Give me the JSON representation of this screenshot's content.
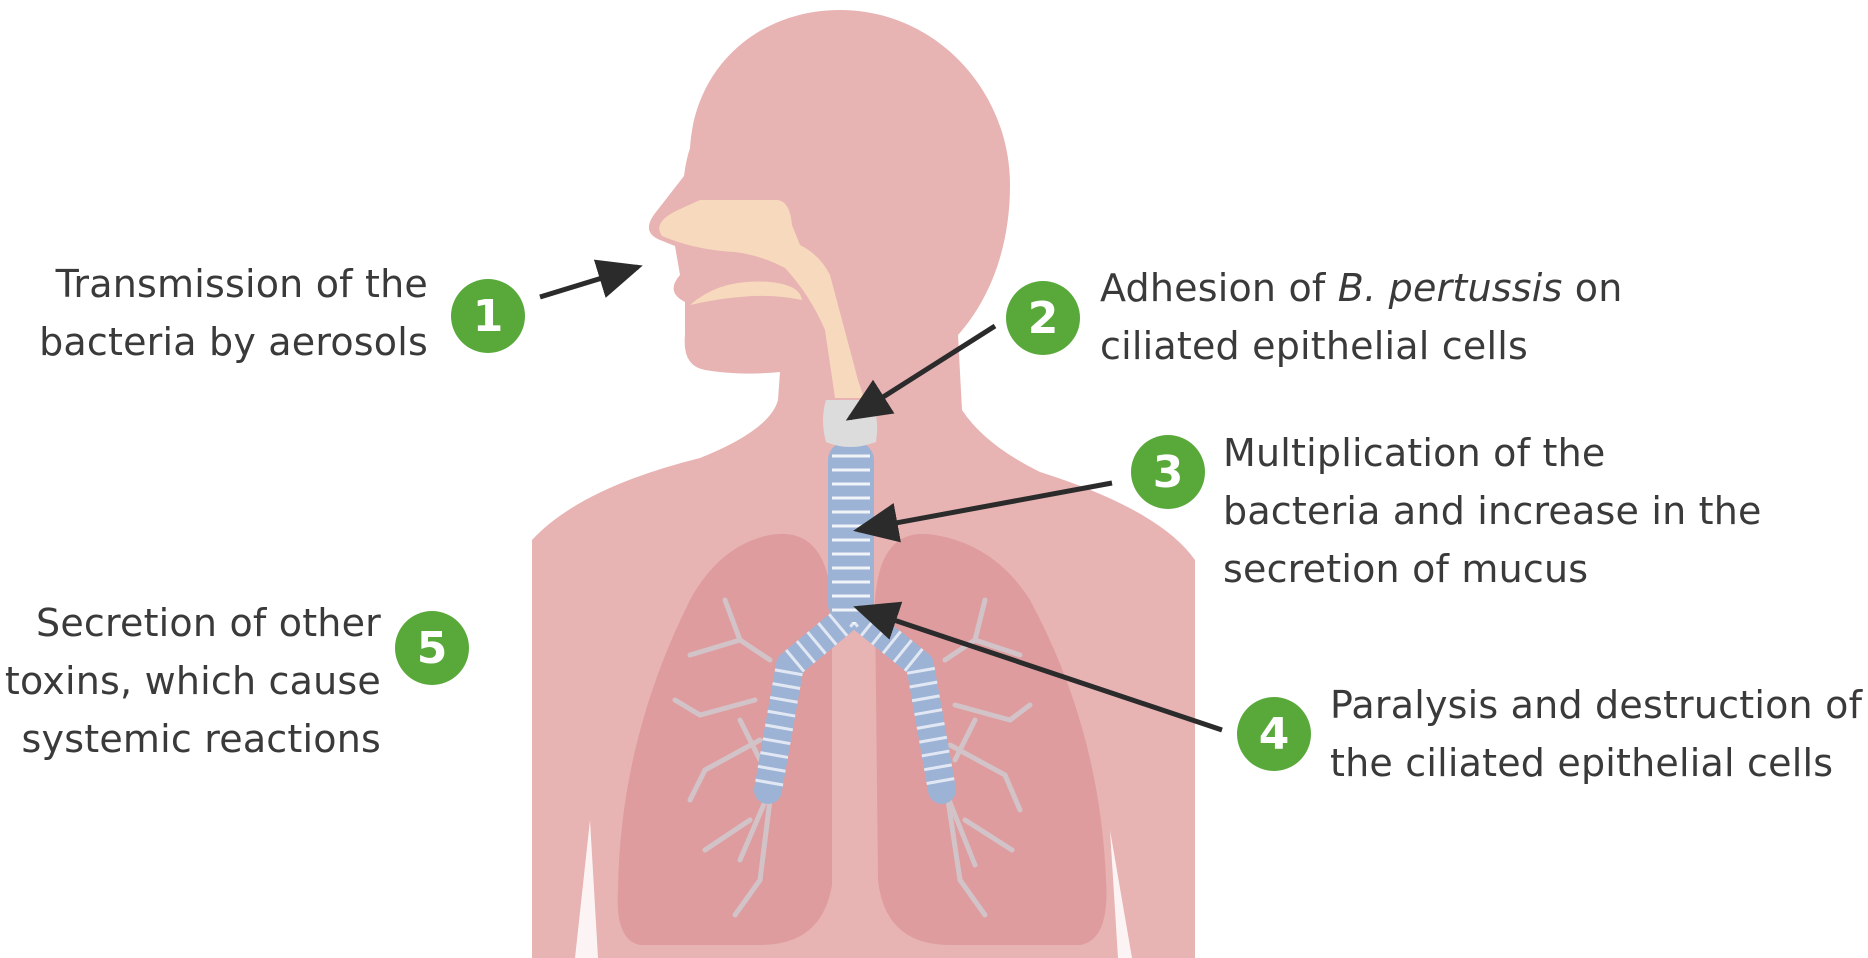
{
  "colors": {
    "body": "#e8b3b3",
    "lung": "#de9c9e",
    "nasal_cavity": "#f7d9bd",
    "larynx": "#dcdcdc",
    "trachea": "#9db3d6",
    "bronchioles": "#d2c3c8",
    "badge": "#58a93a",
    "arrow": "#2b2b2b",
    "text": "#3a3a3a"
  },
  "steps": [
    {
      "number": "1",
      "lines": [
        "Transmission of the",
        "bacteria by aerosols"
      ]
    },
    {
      "number": "2",
      "line1_pre": "Adhesion of ",
      "line1_italic": "B. pertussis",
      "line1_post": " on",
      "line2": "ciliated epithelial cells"
    },
    {
      "number": "3",
      "lines": [
        "Multiplication of the",
        "bacteria and increase in the",
        "secretion of mucus"
      ]
    },
    {
      "number": "4",
      "lines": [
        "Paralysis and destruction of",
        "the ciliated epithelial cells"
      ]
    },
    {
      "number": "5",
      "lines": [
        "Secretion of other",
        "toxins, which cause",
        "systemic reactions"
      ]
    }
  ]
}
